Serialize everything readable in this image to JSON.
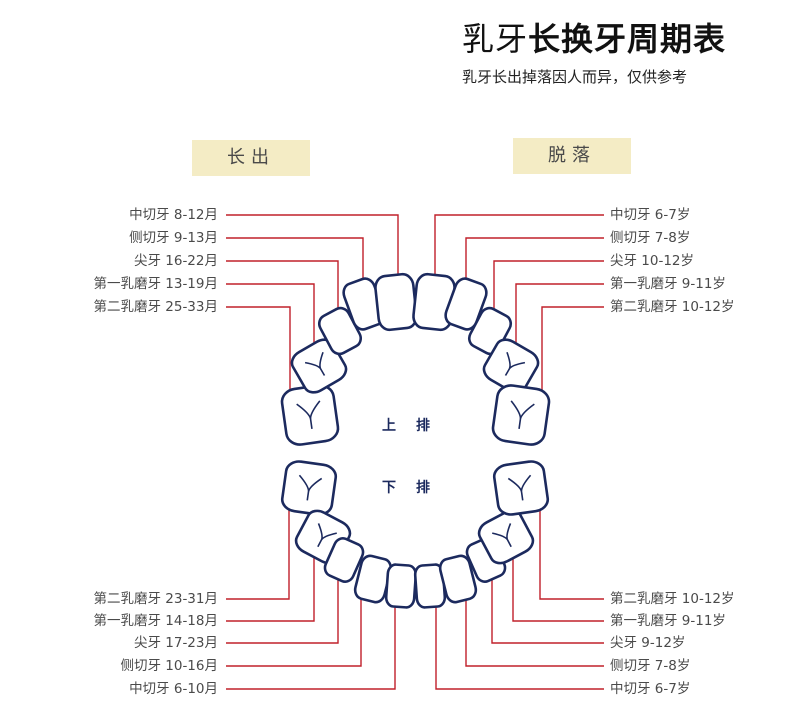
{
  "header": {
    "title_light": "乳牙",
    "title_bold": "长换牙周期表",
    "subtitle": "乳牙长出掉落因人而异，仅供参考"
  },
  "tabs": {
    "left": "长出",
    "right": "脱落"
  },
  "jaw": {
    "upper": "上排",
    "lower": "下排"
  },
  "upper_eruption": [
    "中切牙 8-12月",
    "侧切牙 9-13月",
    "尖牙 16-22月",
    "第一乳磨牙 13-19月",
    "第二乳磨牙 25-33月"
  ],
  "upper_shedding": [
    "中切牙 6-7岁",
    "侧切牙 7-8岁",
    "尖牙 10-12岁",
    "第一乳磨牙 9-11岁",
    "第二乳磨牙 10-12岁"
  ],
  "lower_eruption": [
    "第二乳磨牙 23-31月",
    "第一乳磨牙 14-18月",
    "尖牙 17-23月",
    "侧切牙 10-16月",
    "中切牙 6-10月"
  ],
  "lower_shedding": [
    "第二乳磨牙 10-12岁",
    "第一乳磨牙 9-11岁",
    "尖牙 9-12岁",
    "侧切牙 7-8岁",
    "中切牙 6-7岁"
  ],
  "colors": {
    "leader_line": "#c0202a",
    "tooth_outline": "#1c2a5e",
    "tab_background": "#f4ecc5"
  }
}
